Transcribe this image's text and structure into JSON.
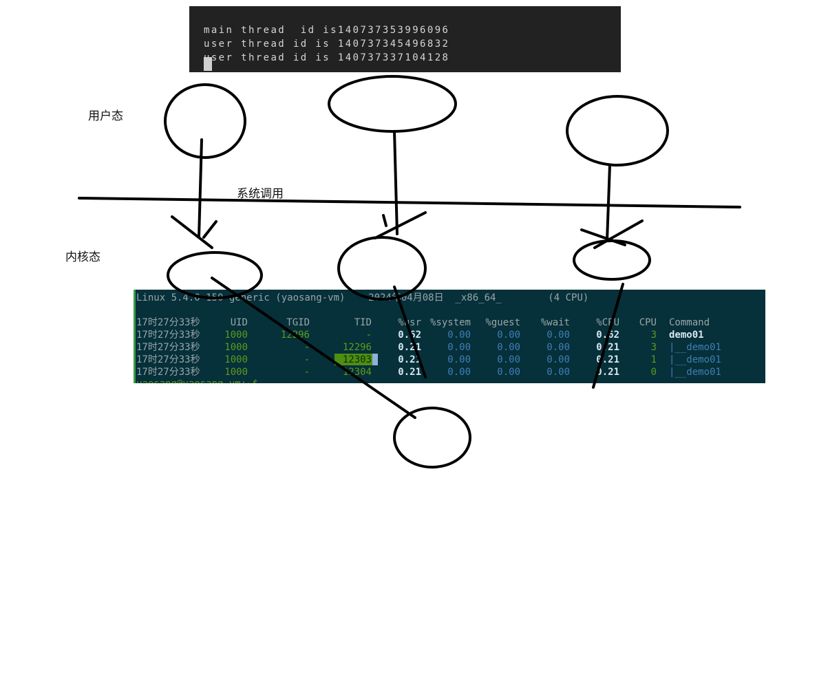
{
  "top_terminal": {
    "lines": [
      "main thread  id is140737353996096",
      "user thread id is 140737345496832",
      "user thread id is 140737337104128"
    ]
  },
  "labels": {
    "user_mode": "用户态",
    "syscall": "系统调用",
    "kernel_mode": "内核态"
  },
  "pidstat": {
    "header_line": "Linux 5.4.0-150-generic (yaosang-vm)    2024年04月08日  _x86_64_        (4 CPU)",
    "columns": [
      "UID",
      "TGID",
      "TID",
      "%usr",
      "%system",
      "%guest",
      "%wait",
      "%CPU",
      "CPU",
      "Command"
    ],
    "column_time": "17时27分33秒",
    "rows": [
      {
        "time": "17时27分33秒",
        "uid": "1000",
        "tgid": "12296",
        "tid": "-",
        "usr": "0.62",
        "system": "0.00",
        "guest": "0.00",
        "wait": "0.00",
        "cpu_pct": "0.62",
        "cpu": "3",
        "command": "demo01"
      },
      {
        "time": "17时27分33秒",
        "uid": "1000",
        "tgid": "-",
        "tid": "12296",
        "usr": "0.21",
        "system": "0.00",
        "guest": "0.00",
        "wait": "0.00",
        "cpu_pct": "0.21",
        "cpu": "3",
        "command": "|__demo01"
      },
      {
        "time": "17时27分33秒",
        "uid": "1000",
        "tgid": "-",
        "tid": "12303",
        "usr": "0.21",
        "system": "0.00",
        "guest": "0.00",
        "wait": "0.00",
        "cpu_pct": "0.21",
        "cpu": "1",
        "command": "|__demo01"
      },
      {
        "time": "17时27分33秒",
        "uid": "1000",
        "tgid": "-",
        "tid": "12304",
        "usr": "0.21",
        "system": "0.00",
        "guest": "0.00",
        "wait": "0.00",
        "cpu_pct": "0.21",
        "cpu": "0",
        "command": "|__demo01"
      }
    ],
    "prompt_fragment": "yaosang@yaosang-vm:~$"
  }
}
